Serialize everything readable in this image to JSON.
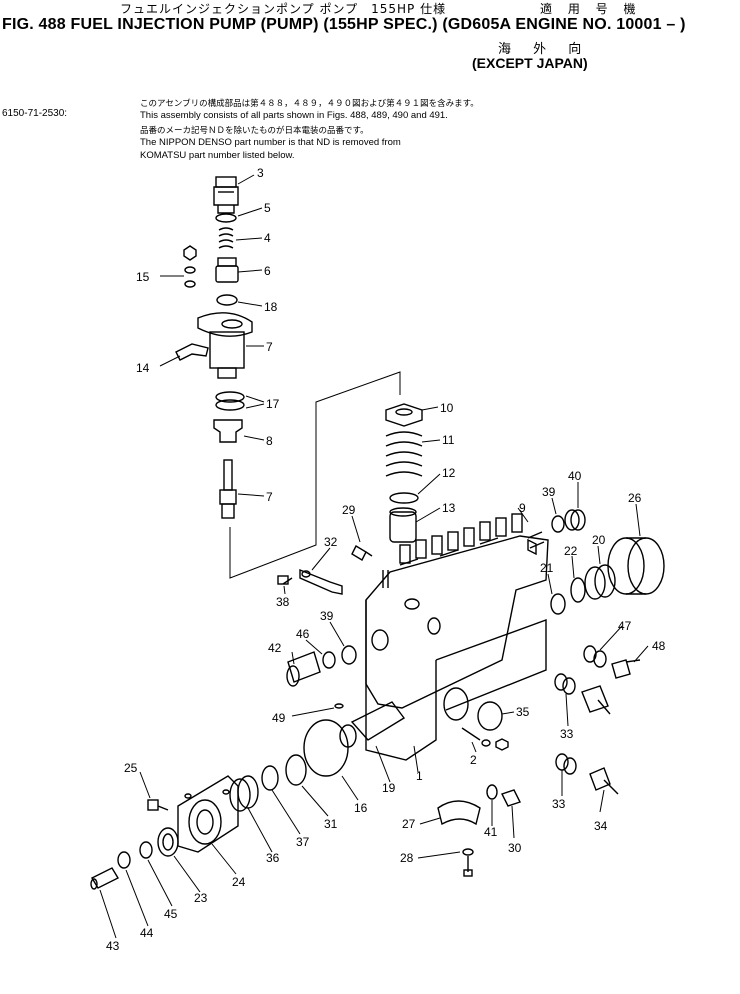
{
  "header": {
    "jp_title": "フュエルインジェクションポンプ ポンプ　155HP 仕様",
    "jp_applicable": "適 用 号 機",
    "title": "FIG. 488  FUEL INJECTION PUMP (PUMP) (155HP SPEC.) (GD605A ENGINE NO. 10001 – )",
    "spec_jp": "海 外 向",
    "spec_en": "(EXCEPT JAPAN)"
  },
  "notes": {
    "assembly_no": "6150-71-2530:",
    "line1_jp": "このアセンブリの構成部品は第４８８，４８９，４９０図および第４９１図を含みます。",
    "line2": "This assembly consists of all parts shown in Figs. 488, 489, 490 and 491.",
    "line3_jp": "品番のメーカ記号ＮＤを除いたものが日本電装の品番です。",
    "line4": "The NIPPON DENSO part number is that ND is removed from",
    "line5": "KOMATSU part number listed below."
  },
  "callouts": [
    "3",
    "5",
    "4",
    "6",
    "15",
    "18",
    "7",
    "14",
    "17",
    "8",
    "7",
    "10",
    "11",
    "12",
    "13",
    "9",
    "29",
    "32",
    "40",
    "39",
    "26",
    "22",
    "20",
    "21",
    "38",
    "39",
    "46",
    "42",
    "47",
    "48",
    "49",
    "35",
    "2",
    "33",
    "25",
    "19",
    "1",
    "16",
    "31",
    "37",
    "33",
    "34",
    "36",
    "41",
    "30",
    "27",
    "24",
    "23",
    "45",
    "44",
    "43",
    "28"
  ]
}
